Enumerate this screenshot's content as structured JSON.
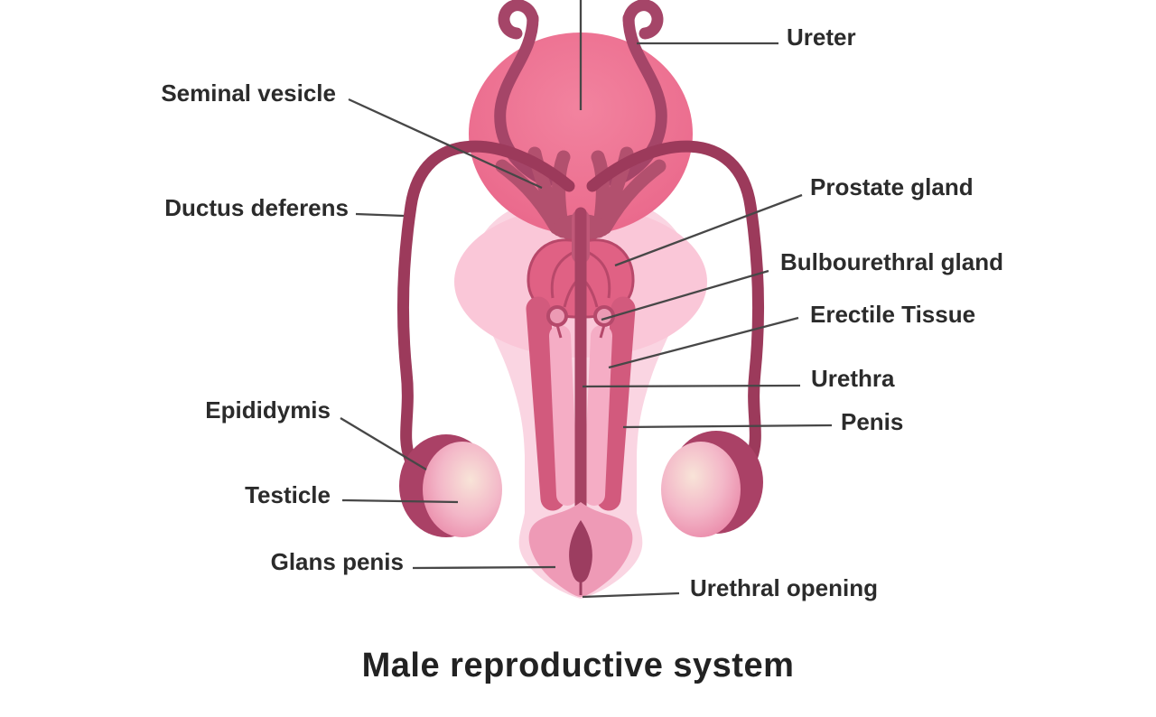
{
  "title": "Male reproductive system",
  "labels": {
    "ureter": "Ureter",
    "seminal_vesicle": "Seminal vesicle",
    "ductus_deferens": "Ductus deferens",
    "prostate_gland": "Prostate gland",
    "bulbourethral_gland": "Bulbourethral gland",
    "erectile_tissue": "Erectile Tissue",
    "urethra": "Urethra",
    "penis": "Penis",
    "epididymis": "Epididymis",
    "testicle": "Testicle",
    "glans_penis": "Glans penis",
    "urethral_opening": "Urethral opening"
  },
  "colors": {
    "background": "#ffffff",
    "label_text": "#2b2b2b",
    "leader_line": "#474747",
    "bladder_pink": "#ec6f90",
    "ureter_tube": "#a54568",
    "seminal_vesicle": "#b2506e",
    "ductus_deferens": "#9c3a5b",
    "prostate": "#e06184",
    "prostate_outline": "#b8486a",
    "erectile_column": "#d25a7d",
    "pale_column": "#f5adc5",
    "urethra_channel": "#a64263",
    "glans": "#ee9ab6",
    "glans_core": "#9c3d60",
    "body_silhouette": "#fad5e2",
    "pelvic_shading": "#fac7d8",
    "testicle_back": "#aa4166",
    "testicle_cream": "#f8e4d8",
    "testicle_edge": "#e87fa2"
  }
}
